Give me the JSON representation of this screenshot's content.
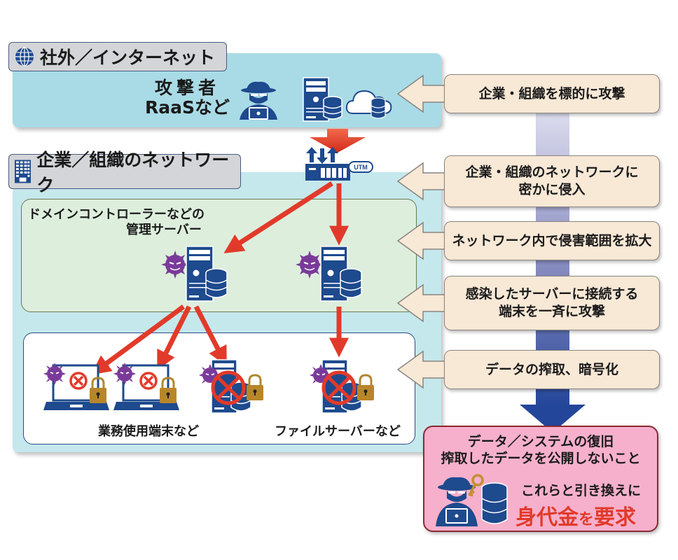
{
  "zones": {
    "internet": {
      "title": "社外／インターネット",
      "icon": "globe-icon",
      "attacker_label": [
        "攻撃者",
        "RaaSなど"
      ]
    },
    "corporate": {
      "title": "企業／組織のネットワーク",
      "icon": "building-icon",
      "utm_label": "UTM"
    },
    "management": {
      "label": [
        "ドメインコントローラーなどの",
        "管理サーバー"
      ]
    },
    "endpoints": {
      "label_terminals": "業務使用端末など",
      "label_fileserver": "ファイルサーバーなど"
    }
  },
  "steps": [
    {
      "text": "企業・組織を標的に攻撃"
    },
    {
      "text": "企業・組織のネットワークに\n密かに侵入"
    },
    {
      "text": "ネットワーク内で侵害範囲を拡大"
    },
    {
      "text": "感染したサーバーに接続する\n端末を一斉に攻撃"
    },
    {
      "text": "データの搾取、暗号化"
    }
  ],
  "ransom": {
    "line1": "データ／システムの復旧",
    "line2": "搾取したデータを公開しないこと",
    "line3": "これらと引き換えに",
    "demand_a": "身代金",
    "demand_b": "を",
    "demand_c": "要求"
  },
  "colors": {
    "attack_arrow": "#e23a2a",
    "icon_blue": "#1e4a8e",
    "virus": "#7a3a9a",
    "timeline_top": "#d8d8ea",
    "timeline_bottom": "#2a4a9a"
  }
}
